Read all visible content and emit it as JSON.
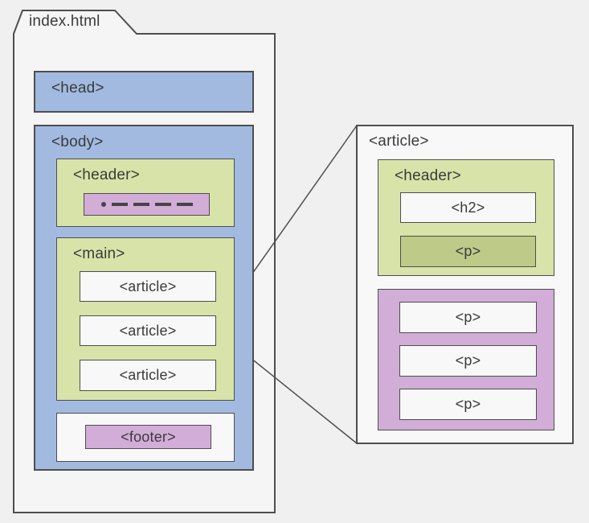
{
  "folder": {
    "label": "index.html"
  },
  "document": {
    "head": {
      "label": "<head>"
    },
    "body": {
      "label": "<body>",
      "header": {
        "label": "<header>",
        "nav_icon": "bullet-and-dashes-icon",
        "nav_dash_count": 4
      },
      "main": {
        "label": "<main>",
        "articles": [
          {
            "label": "<article>"
          },
          {
            "label": "<article>"
          },
          {
            "label": "<article>"
          }
        ]
      },
      "footer": {
        "label": "<footer>"
      }
    }
  },
  "detail": {
    "label": "<article>",
    "header": {
      "label": "<header>",
      "h2_label": "<h2>",
      "p_label": "<p>"
    },
    "paragraphs": [
      {
        "label": "<p>"
      },
      {
        "label": "<p>"
      },
      {
        "label": "<p>"
      }
    ]
  },
  "colors": {
    "blue": "#a2bae0",
    "green": "#d8e3a9",
    "purple": "#d2add8",
    "olive": "#bdca88",
    "box_white": "#f8f8f8",
    "border": "#4e4e4e",
    "text": "#3b3b3b",
    "background": "#f0f0f0",
    "folder_fill": "#f5f5f5"
  }
}
